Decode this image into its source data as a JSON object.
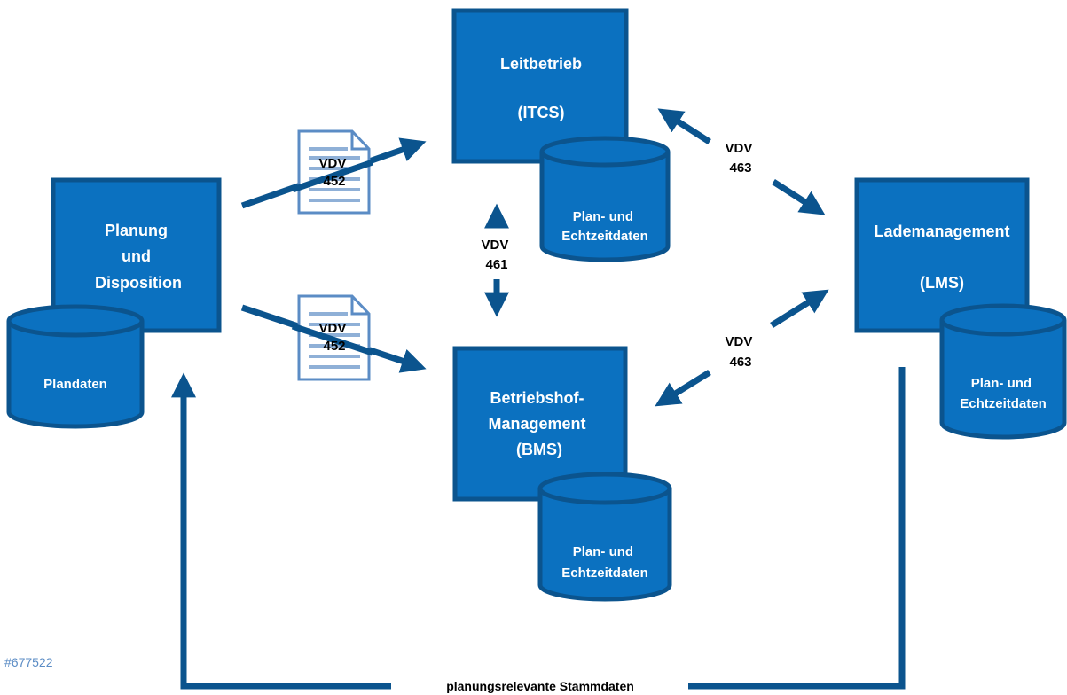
{
  "nodes": {
    "planung": {
      "lines": [
        "Planung",
        "und",
        "Disposition"
      ]
    },
    "planung_db": {
      "label": "Plandaten"
    },
    "leitbetrieb": {
      "line1": "Leitbetrieb",
      "line2": "(ITCS)"
    },
    "leitbetrieb_db": {
      "lines": [
        "Plan- und",
        "Echtzeitdaten"
      ]
    },
    "betriebshof": {
      "lines": [
        "Betriebshof-",
        "Management",
        "(BMS)"
      ]
    },
    "betriebshof_db": {
      "lines": [
        "Plan- und",
        "Echtzeitdaten"
      ]
    },
    "lms": {
      "line1": "Lademanagement",
      "line2": "(LMS)"
    },
    "lms_db": {
      "lines": [
        "Plan- und",
        "Echtzeitdaten"
      ]
    }
  },
  "edges": {
    "doc_top": {
      "lines": [
        "VDV",
        "452"
      ]
    },
    "doc_bottom": {
      "lines": [
        "VDV",
        "452"
      ]
    },
    "vdv461": {
      "lines": [
        "VDV",
        "461"
      ]
    },
    "vdv463_top": {
      "lines": [
        "VDV",
        "463"
      ]
    },
    "vdv463_bottom": {
      "lines": [
        "VDV",
        "463"
      ]
    },
    "feedback": {
      "label": "planungsrelevante Stammdaten"
    }
  },
  "watermark": "#677522",
  "colors": {
    "box_fill": "#0b71c0",
    "box_stroke": "#0b548e",
    "arrow": "#0b548e",
    "doc_outline": "#5b8cc5"
  }
}
